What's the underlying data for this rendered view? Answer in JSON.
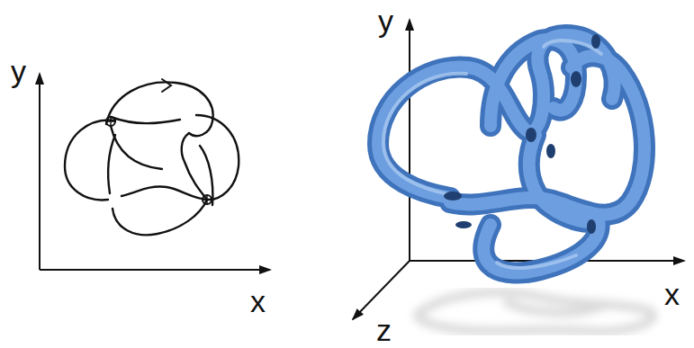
{
  "diagram": {
    "labels": [
      "y",
      "x",
      "y",
      "x",
      "z"
    ]
  }
}
